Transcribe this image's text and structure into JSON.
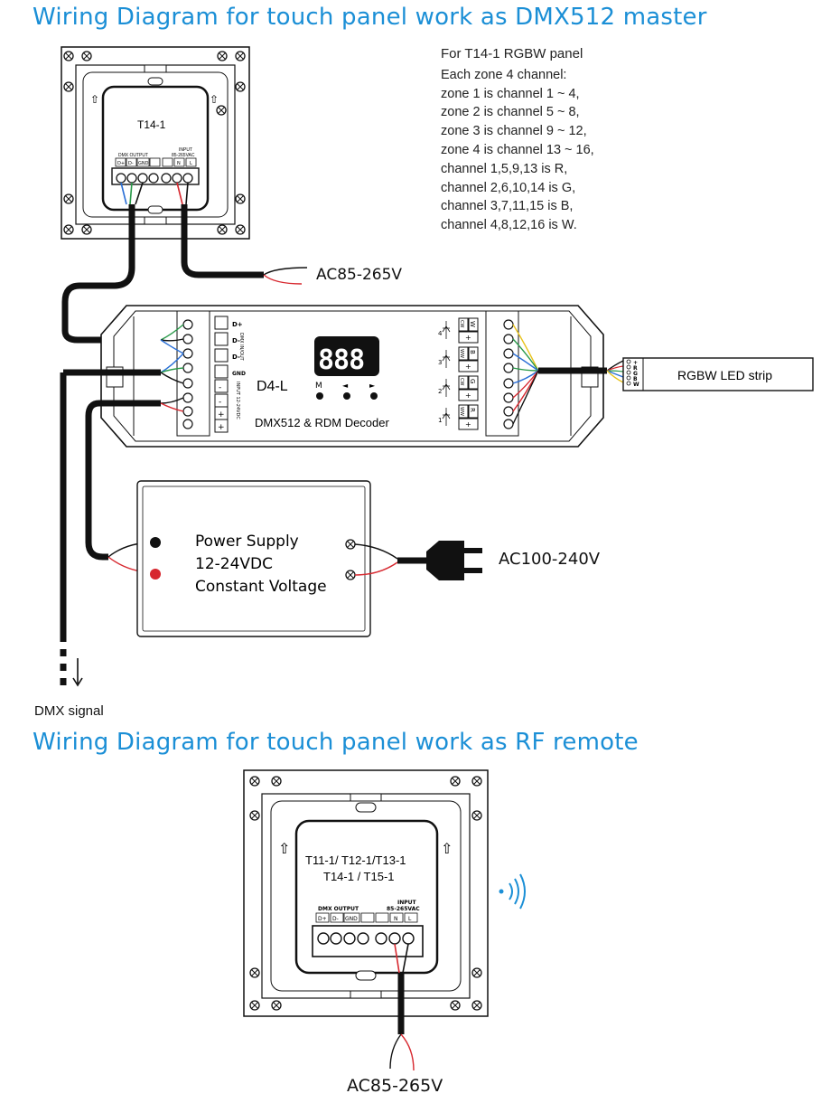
{
  "titles": {
    "master": "Wiring Diagram for touch panel work as DMX512 master",
    "rf": "Wiring Diagram for touch panel work as RF remote"
  },
  "notes": {
    "heading": "For T14-1 RGBW panel",
    "lines": [
      "Each zone 4 channel:",
      "zone 1 is channel 1 ~ 4,",
      "zone 2 is channel 5 ~ 8,",
      "zone 3 is channel 9 ~ 12,",
      "zone 4 is channel 13 ~ 16,",
      "channel 1,5,9,13 is R,",
      "channel 2,6,10,14 is G,",
      "channel 3,7,11,15 is B,",
      "channel 4,8,12,16 is W."
    ]
  },
  "panel1": {
    "name": "T14-1",
    "dmx_output": "DMX OUTPUT",
    "input": "INPUT",
    "input_voltage": "85-265VAC",
    "terms": [
      "D+",
      "D-",
      "GND",
      "N",
      "L"
    ],
    "up": "UP"
  },
  "decoder": {
    "name": "D4-L",
    "subtitle": "DMX512 & RDM Decoder",
    "display": "888",
    "buttons": [
      "M",
      "◄",
      "►"
    ],
    "dmx_terms": [
      "D+",
      "D-",
      "D-",
      "GND"
    ],
    "dmx_label": "DMX IN/OUT",
    "power_terms": [
      "-",
      "-",
      "+",
      "+"
    ],
    "power_label": "INPUT 12-24VDC",
    "channels": [
      {
        "num": "4",
        "type": "CW",
        "ch": "W"
      },
      {
        "num": "3",
        "type": "WW",
        "ch": "B"
      },
      {
        "num": "2",
        "type": "CW",
        "ch": "G"
      },
      {
        "num": "1",
        "type": "WW",
        "ch": "R"
      }
    ],
    "plus": "+"
  },
  "strip": {
    "label": "RGBW LED strip",
    "pins": [
      "+",
      "R",
      "G",
      "B",
      "W"
    ]
  },
  "psu": {
    "line1": "Power Supply",
    "line2": "12-24VDC",
    "line3": "Constant Voltage"
  },
  "ac_panel": "AC85-265V",
  "ac_psu": "AC100-240V",
  "dmx_signal": "DMX signal",
  "panel2": {
    "name1": "T11-1/ T12-1/T13-1",
    "name2": "T14-1 / T15-1",
    "dmx_output": "DMX OUTPUT",
    "input": "INPUT",
    "input_voltage": "85-265VAC",
    "terms": [
      "D+",
      "D-",
      "GND",
      "N",
      "L"
    ],
    "up": "UP"
  },
  "ac_panel2": "AC85-265V",
  "colors": {
    "title": "#1b8fd6",
    "red": "#d7282f",
    "green": "#2a9a4a",
    "blue": "#2a6fd6",
    "yellow": "#e8c21a",
    "wireDark": "#111111"
  }
}
